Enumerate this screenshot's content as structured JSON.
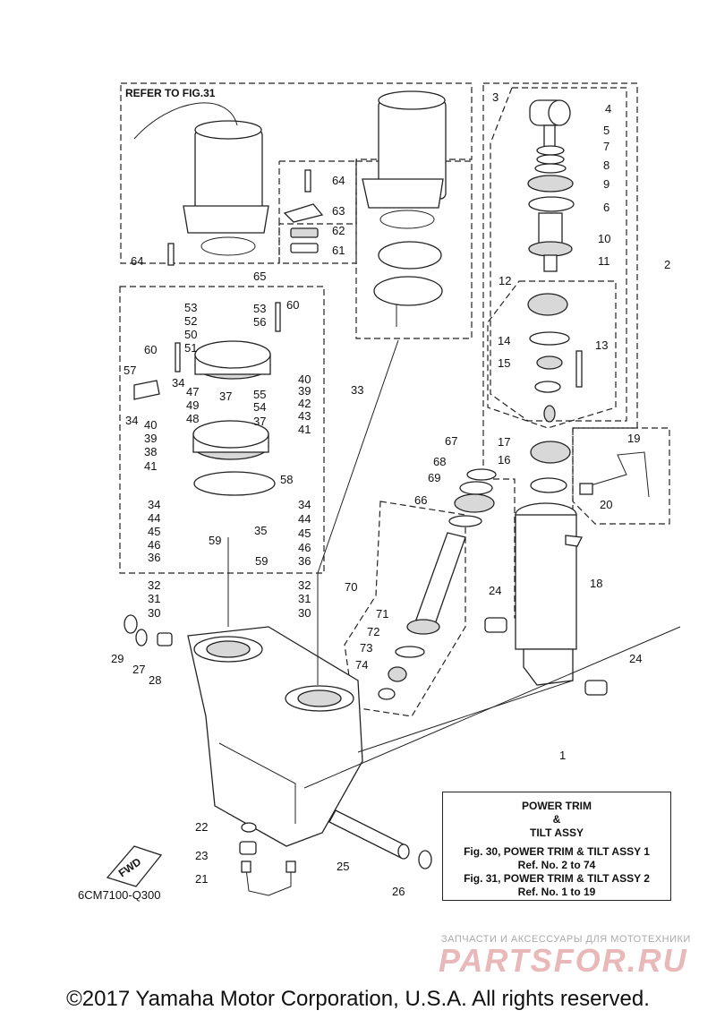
{
  "refer_label": "REFER TO FIG.31",
  "fwd_label": "FWD",
  "drawing_code": "6CM7100-Q300",
  "legend": {
    "title_line1": "POWER TRIM",
    "title_line2": "&",
    "title_line3": "TILT ASSY",
    "fig30": "Fig. 30, POWER TRIM & TILT ASSY 1",
    "fig30_ref": "Ref. No. 2 to 74",
    "fig31": "Fig. 31, POWER TRIM & TILT ASSY 2",
    "fig31_ref": "Ref. No. 1 to 19"
  },
  "watermark": {
    "small": "ЗАПЧАСТИ И АКСЕССУАРЫ ДЛЯ МОТОТЕХНИКИ",
    "big": "PARTSFOR.RU"
  },
  "copyright": "©2017 Yamaha Motor Corporation, U.S.A. All rights reserved.",
  "callouts": [
    "1",
    "2",
    "3",
    "4",
    "5",
    "6",
    "7",
    "8",
    "9",
    "10",
    "11",
    "12",
    "13",
    "14",
    "15",
    "16",
    "17",
    "18",
    "19",
    "20",
    "21",
    "22",
    "23",
    "24",
    "24",
    "25",
    "26",
    "27",
    "28",
    "29",
    "30",
    "30",
    "31",
    "31",
    "32",
    "32",
    "33",
    "34",
    "34",
    "34",
    "34",
    "35",
    "36",
    "36",
    "37",
    "37",
    "38",
    "39",
    "39",
    "40",
    "40",
    "41",
    "41",
    "42",
    "43",
    "44",
    "44",
    "45",
    "45",
    "46",
    "46",
    "47",
    "48",
    "49",
    "50",
    "51",
    "52",
    "53",
    "53",
    "54",
    "55",
    "56",
    "57",
    "58",
    "59",
    "59",
    "60",
    "60",
    "61",
    "62",
    "63",
    "64",
    "64",
    "65",
    "66",
    "67",
    "68",
    "69",
    "70",
    "71",
    "72",
    "73",
    "74"
  ]
}
